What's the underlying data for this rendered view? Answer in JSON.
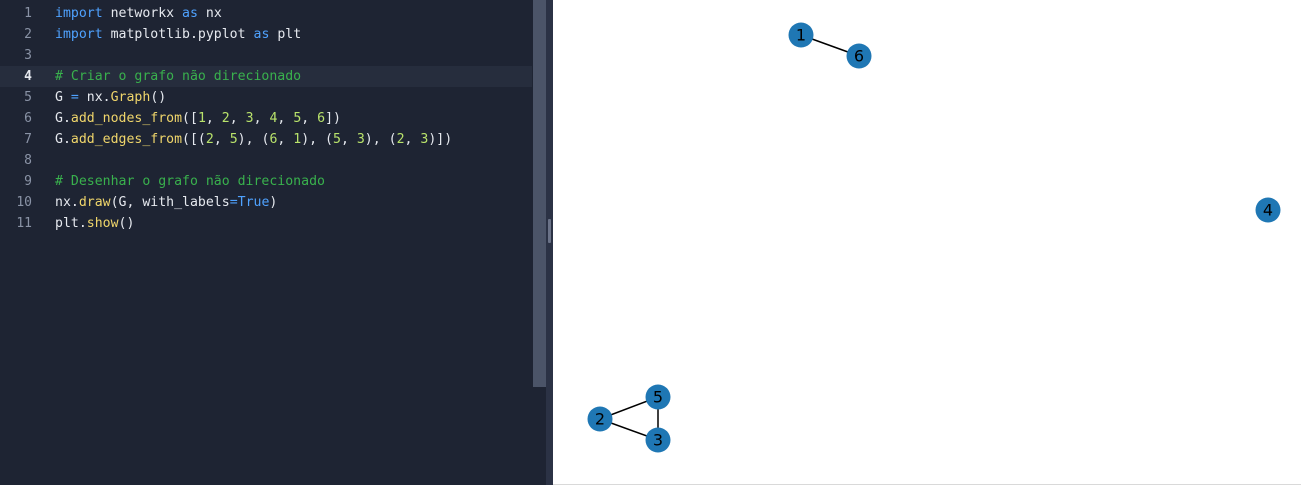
{
  "editor": {
    "active_line": 4,
    "lines": [
      {
        "n": "1",
        "tokens": [
          [
            "keyword",
            "import"
          ],
          [
            "ident",
            " networkx "
          ],
          [
            "keyword",
            "as"
          ],
          [
            "ident",
            " nx"
          ]
        ]
      },
      {
        "n": "2",
        "tokens": [
          [
            "keyword",
            "import"
          ],
          [
            "ident",
            " matplotlib.pyplot "
          ],
          [
            "keyword",
            "as"
          ],
          [
            "ident",
            " plt"
          ]
        ]
      },
      {
        "n": "3",
        "tokens": []
      },
      {
        "n": "4",
        "tokens": [
          [
            "comment",
            "# Criar o grafo não direcionado"
          ]
        ]
      },
      {
        "n": "5",
        "tokens": [
          [
            "ident",
            "G "
          ],
          [
            "op",
            "="
          ],
          [
            "ident",
            " nx."
          ],
          [
            "func",
            "Graph"
          ],
          [
            "punct",
            "()"
          ]
        ]
      },
      {
        "n": "6",
        "tokens": [
          [
            "ident",
            "G."
          ],
          [
            "func",
            "add_nodes_from"
          ],
          [
            "punct",
            "(["
          ],
          [
            "number",
            "1"
          ],
          [
            "punct",
            ", "
          ],
          [
            "number",
            "2"
          ],
          [
            "punct",
            ", "
          ],
          [
            "number",
            "3"
          ],
          [
            "punct",
            ", "
          ],
          [
            "number",
            "4"
          ],
          [
            "punct",
            ", "
          ],
          [
            "number",
            "5"
          ],
          [
            "punct",
            ", "
          ],
          [
            "number",
            "6"
          ],
          [
            "punct",
            "])"
          ]
        ]
      },
      {
        "n": "7",
        "tokens": [
          [
            "ident",
            "G."
          ],
          [
            "func",
            "add_edges_from"
          ],
          [
            "punct",
            "([("
          ],
          [
            "number",
            "2"
          ],
          [
            "punct",
            ", "
          ],
          [
            "number",
            "5"
          ],
          [
            "punct",
            "), ("
          ],
          [
            "number",
            "6"
          ],
          [
            "punct",
            ", "
          ],
          [
            "number",
            "1"
          ],
          [
            "punct",
            "), ("
          ],
          [
            "number",
            "5"
          ],
          [
            "punct",
            ", "
          ],
          [
            "number",
            "3"
          ],
          [
            "punct",
            "), ("
          ],
          [
            "number",
            "2"
          ],
          [
            "punct",
            ", "
          ],
          [
            "number",
            "3"
          ],
          [
            "punct",
            ")])"
          ]
        ]
      },
      {
        "n": "8",
        "tokens": []
      },
      {
        "n": "9",
        "tokens": [
          [
            "comment",
            "# Desenhar o grafo não direcionado"
          ]
        ]
      },
      {
        "n": "10",
        "tokens": [
          [
            "ident",
            "nx."
          ],
          [
            "func",
            "draw"
          ],
          [
            "punct",
            "(G, with_labels"
          ],
          [
            "op",
            "="
          ],
          [
            "const",
            "True"
          ],
          [
            "punct",
            ")"
          ]
        ]
      },
      {
        "n": "11",
        "tokens": [
          [
            "ident",
            "plt."
          ],
          [
            "func",
            "show"
          ],
          [
            "punct",
            "()"
          ]
        ]
      }
    ]
  },
  "graph": {
    "node_color": "#1f77b4",
    "edge_color": "#000000",
    "nodes": [
      {
        "id": "1"
      },
      {
        "id": "6"
      },
      {
        "id": "4"
      },
      {
        "id": "5"
      },
      {
        "id": "2"
      },
      {
        "id": "3"
      }
    ],
    "edges": [
      [
        "2",
        "5"
      ],
      [
        "6",
        "1"
      ],
      [
        "5",
        "3"
      ],
      [
        "2",
        "3"
      ]
    ]
  }
}
